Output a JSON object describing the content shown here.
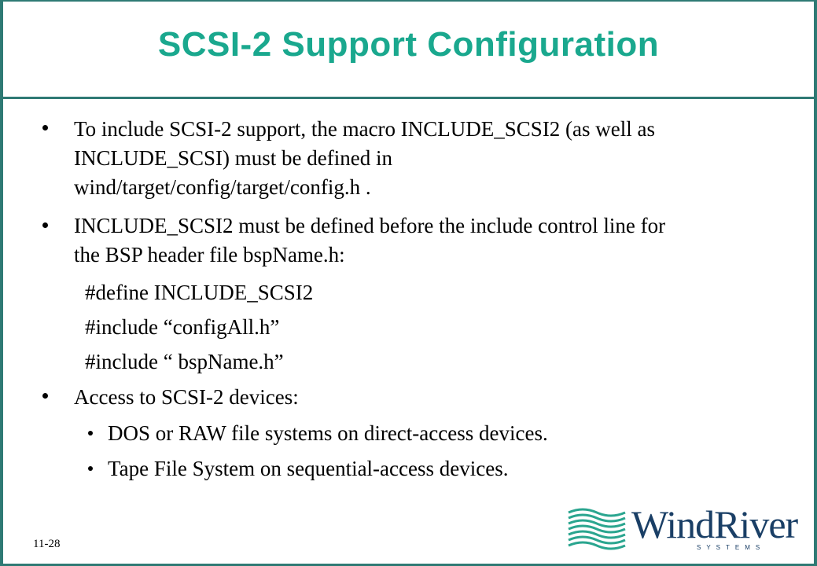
{
  "title": "SCSI-2 Support Configuration",
  "bullets": [
    {
      "lines": [
        "To include SCSI-2 support, the macro INCLUDE_SCSI2 (as well as",
        "INCLUDE_SCSI) must be defined in",
        "wind/target/config/target/config.h ."
      ]
    },
    {
      "lines": [
        "INCLUDE_SCSI2 must be defined before the include control line for",
        "the BSP header file bspName.h:"
      ]
    },
    {
      "lines": [
        "Access to SCSI-2 devices:"
      ]
    }
  ],
  "code": [
    "#define INCLUDE_SCSI2",
    "#include “configAll.h”",
    "#include “ bspName.h”"
  ],
  "sub_bullets": [
    "DOS or RAW file systems on direct-access devices.",
    "Tape File System on sequential-access devices."
  ],
  "page_number": "11-28",
  "logo": {
    "name": "WindRiver",
    "tagline": "SYSTEMS"
  },
  "colors": {
    "title": "#1aa88e",
    "border": "#2e7a74",
    "logo": "#1a3f66"
  }
}
